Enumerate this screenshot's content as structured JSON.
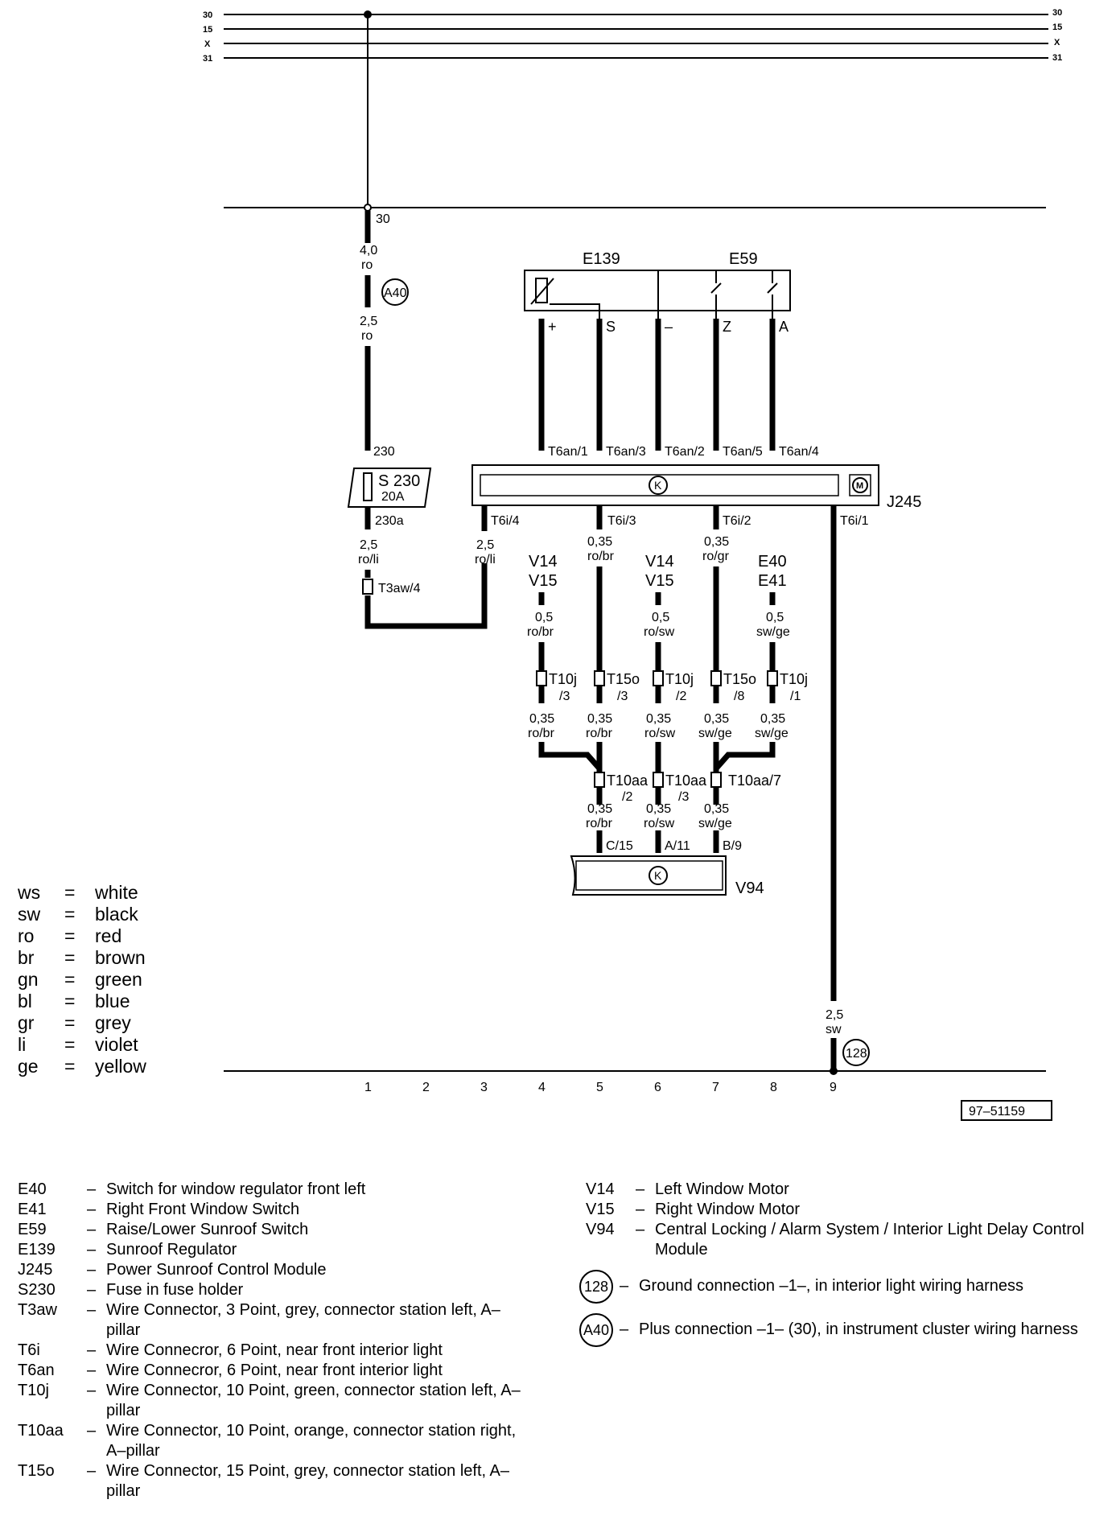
{
  "bus": {
    "lines": [
      "30",
      "15",
      "X",
      "31"
    ]
  },
  "labels": {
    "term_30": "30",
    "wire_a40_top": {
      "size": "4,0",
      "color": "ro"
    },
    "a40": "A40",
    "wire_a40_bottom": {
      "size": "2,5",
      "color": "ro"
    },
    "fuse_top": "230",
    "fuse_name": "S 230",
    "fuse_rating": "20A",
    "fuse_bottom": "230a",
    "wire_fuse_out": {
      "size": "2,5",
      "color": "ro/li"
    },
    "t3aw": "T3aw/4",
    "wire_t6i4": {
      "size": "2,5",
      "color": "ro/li"
    },
    "e139": "E139",
    "e59": "E59",
    "pins": [
      "+",
      "S",
      "–",
      "Z",
      "A"
    ],
    "t6an": [
      "T6an/1",
      "T6an/3",
      "T6an/2",
      "T6an/5",
      "T6an/4"
    ],
    "j245": "J245",
    "k": "K",
    "m": "M",
    "t6i": [
      "T6i/4",
      "T6i/3",
      "T6i/2",
      "T6i/1"
    ],
    "v14": "V14",
    "v15": "V15",
    "e40": "E40",
    "e41": "E41",
    "wire_t6i3": {
      "size": "0,35",
      "color": "ro/br"
    },
    "wire_t6i2": {
      "size": "0,35",
      "color": "ro/gr"
    },
    "wire_col4_top": {
      "size": "0,5",
      "color": "ro/br"
    },
    "wire_col6_top": {
      "size": "0,5",
      "color": "ro/sw"
    },
    "wire_col8_top": {
      "size": "0,5",
      "color": "sw/ge"
    },
    "conn_row1": [
      {
        "a": "T10j",
        "b": "/3"
      },
      {
        "a": "T15o",
        "b": "/3"
      },
      {
        "a": "T10j",
        "b": "/2"
      },
      {
        "a": "T15o",
        "b": "/8"
      },
      {
        "a": "T10j",
        "b": "/1"
      }
    ],
    "wires_row2": [
      {
        "size": "0,35",
        "color": "ro/br"
      },
      {
        "size": "0,35",
        "color": "ro/br"
      },
      {
        "size": "0,35",
        "color": "ro/sw"
      },
      {
        "size": "0,35",
        "color": "sw/ge"
      },
      {
        "size": "0,35",
        "color": "sw/ge"
      }
    ],
    "t10aa": [
      {
        "a": "T10aa",
        "b": "/2"
      },
      {
        "a": "T10aa",
        "b": "/3"
      },
      {
        "a": "T10aa/7",
        "b": ""
      }
    ],
    "wires_row3": [
      {
        "size": "0,35",
        "color": "ro/br"
      },
      {
        "size": "0,35",
        "color": "ro/sw"
      },
      {
        "size": "0,35",
        "color": "sw/ge"
      }
    ],
    "v94_pins": [
      "C/15",
      "A/11",
      "B/9"
    ],
    "v94": "V94",
    "wire_ground": {
      "size": "2,5",
      "color": "sw"
    },
    "g128": "128",
    "columns": [
      "1",
      "2",
      "3",
      "4",
      "5",
      "6",
      "7",
      "8",
      "9"
    ],
    "diagram_id": "97–51159"
  },
  "color_legend": [
    {
      "abbr": "ws",
      "name": "white"
    },
    {
      "abbr": "sw",
      "name": "black"
    },
    {
      "abbr": "ro",
      "name": "red"
    },
    {
      "abbr": "br",
      "name": "brown"
    },
    {
      "abbr": "gn",
      "name": "green"
    },
    {
      "abbr": "bl",
      "name": "blue"
    },
    {
      "abbr": "gr",
      "name": "grey"
    },
    {
      "abbr": "li",
      "name": "violet"
    },
    {
      "abbr": "ge",
      "name": "yellow"
    }
  ],
  "components_left": [
    {
      "code": "E40",
      "desc": "Switch for window regulator front left"
    },
    {
      "code": "E41",
      "desc": "Right Front Window Switch"
    },
    {
      "code": "E59",
      "desc": "Raise/Lower Sunroof Switch"
    },
    {
      "code": "E139",
      "desc": "Sunroof Regulator"
    },
    {
      "code": "J245",
      "desc": "Power Sunroof Control Module"
    },
    {
      "code": "S230",
      "desc": "Fuse in fuse holder"
    },
    {
      "code": "T3aw",
      "desc": "Wire Connector, 3 Point, grey, connector station left, A–pillar"
    },
    {
      "code": "T6i",
      "desc": "Wire Connecror, 6 Point, near front interior light"
    },
    {
      "code": "T6an",
      "desc": "Wire Connecror, 6 Point, near front interior light"
    },
    {
      "code": "T10j",
      "desc": "Wire Connector, 10 Point, green, connector station left, A–pillar"
    },
    {
      "code": "T10aa",
      "desc": "Wire Connector, 10 Point, orange, connector station right, A–pillar"
    },
    {
      "code": "T15o",
      "desc": "Wire Connector, 15 Point, grey, connector station left, A–pillar"
    }
  ],
  "components_right": [
    {
      "code": "V14",
      "desc": "Left Window Motor"
    },
    {
      "code": "V15",
      "desc": "Right Window Motor"
    },
    {
      "code": "V94",
      "desc": "Central Locking / Alarm System / Interior Light Delay Control Module"
    }
  ],
  "connections_right": [
    {
      "code": "128",
      "desc": "Ground connection –1–, in interior light wiring harness"
    },
    {
      "code": "A40",
      "desc": "Plus connection –1– (30), in instrument cluster wiring harness"
    }
  ]
}
